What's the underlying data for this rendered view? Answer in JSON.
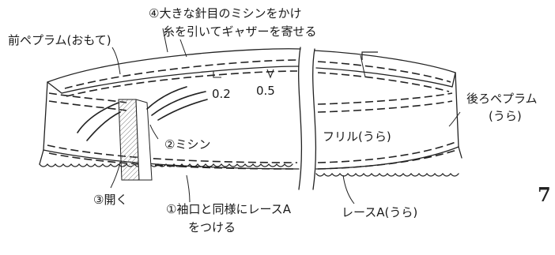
{
  "labels": {
    "step4_line1": "④大きな針目のミシンをかけ",
    "step4_line2": "糸を引いてギャザーを寄せる",
    "front_peplum": "前ペプラム(おもて)",
    "back_peplum_line1": "後ろペプラム",
    "back_peplum_line2": "(うら)",
    "step2": "②ミシン",
    "frill": "フリル(うら)",
    "step3": "③開く",
    "step1_line1": "①袖口と同様にレースA",
    "step1_line2": "をつける",
    "lace": "レースA(うら)"
  },
  "measurements": {
    "m1": "0.2",
    "m2": "0.5"
  },
  "page_fragment": "7"
}
